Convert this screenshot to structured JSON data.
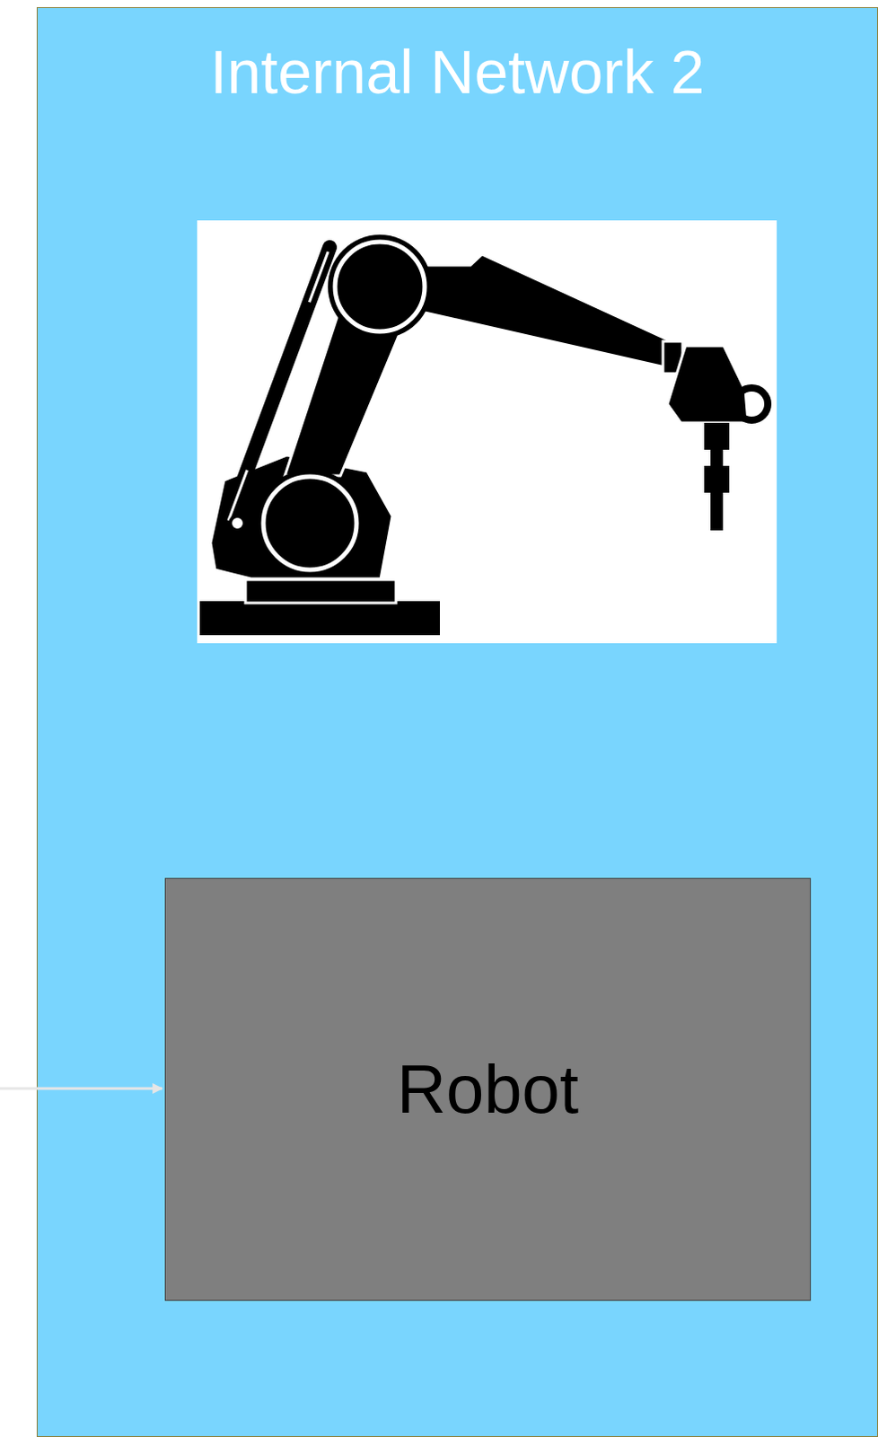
{
  "diagram": {
    "nodes": [
      {
        "text": [
          "Internal Network 2"
        ]
      },
      {
        "text": [
          "Robot"
        ],
        "in": 0
      }
    ]
  }
}
